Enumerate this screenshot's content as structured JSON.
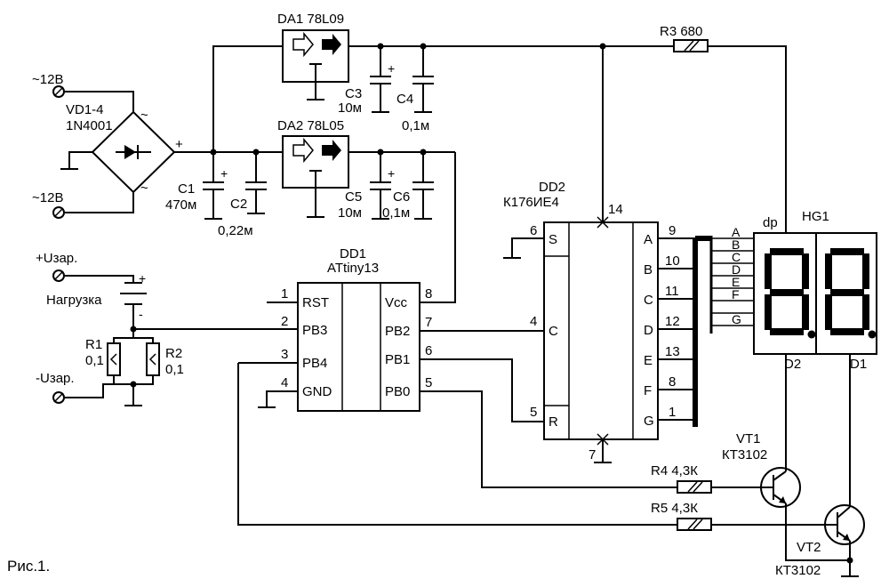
{
  "figure_caption": "Рис.1.",
  "power_in": {
    "ac1": "~12В",
    "ac2": "~12В"
  },
  "bridge": {
    "ref": "VD1-4",
    "part": "1N4001",
    "plus": "+",
    "tilde1": "~",
    "tilde2": "~"
  },
  "reg1": {
    "ref": "DA1 78L09"
  },
  "reg2": {
    "ref": "DA2 78L05"
  },
  "caps": {
    "c1": "C1",
    "c1v": "470м",
    "c2": "C2",
    "c2v": "0,22м",
    "c3": "C3",
    "c3v": "10м",
    "c4": "C4",
    "c4v": "0,1м",
    "c5": "C5",
    "c5v": "10м",
    "c6": "C6",
    "c6v": "0,1м",
    "plus": "+"
  },
  "resistors": {
    "r3": "R3 680",
    "r1": "R1",
    "r1v": "0,1",
    "r2": "R2",
    "r2v": "0,1",
    "r4": "R4 4,3К",
    "r5": "R5 4,3К"
  },
  "charge": {
    "plus": "+Uзар.",
    "minus": "-Uзар.",
    "load": "Нагрузка",
    "p": "+",
    "m": "-"
  },
  "dd1": {
    "ref": "DD1",
    "part": "ATtiny13",
    "left_pins": [
      {
        "num": "1",
        "name": "RST"
      },
      {
        "num": "2",
        "name": "PB3"
      },
      {
        "num": "3",
        "name": "PB4"
      },
      {
        "num": "4",
        "name": "GND"
      }
    ],
    "right_pins": [
      {
        "num": "8",
        "name": "Vcc"
      },
      {
        "num": "7",
        "name": "PB2"
      },
      {
        "num": "6",
        "name": "PB1"
      },
      {
        "num": "5",
        "name": "PB0"
      }
    ]
  },
  "dd2": {
    "ref": "DD2",
    "part": "К176ИЕ4",
    "pin_vcc": "14",
    "pin_gnd": "7",
    "left_pins": [
      {
        "num": "6",
        "name": "S"
      },
      {
        "num": "4",
        "name": "C"
      },
      {
        "num": "5",
        "name": "R"
      }
    ],
    "right_pins": [
      {
        "num": "9",
        "name": "A"
      },
      {
        "num": "10",
        "name": "B"
      },
      {
        "num": "11",
        "name": "C"
      },
      {
        "num": "12",
        "name": "D"
      },
      {
        "num": "13",
        "name": "E"
      },
      {
        "num": "8",
        "name": "F"
      },
      {
        "num": "1",
        "name": "G"
      }
    ]
  },
  "hg1": {
    "ref": "HG1",
    "dp": "dp",
    "segments": [
      "A",
      "B",
      "C",
      "D",
      "E",
      "F",
      "G"
    ],
    "d2": "D2",
    "d1": "D1"
  },
  "vt1": {
    "ref": "VT1",
    "part": "КТ3102"
  },
  "vt2": {
    "ref": "VT2",
    "part": "КТ3102"
  }
}
